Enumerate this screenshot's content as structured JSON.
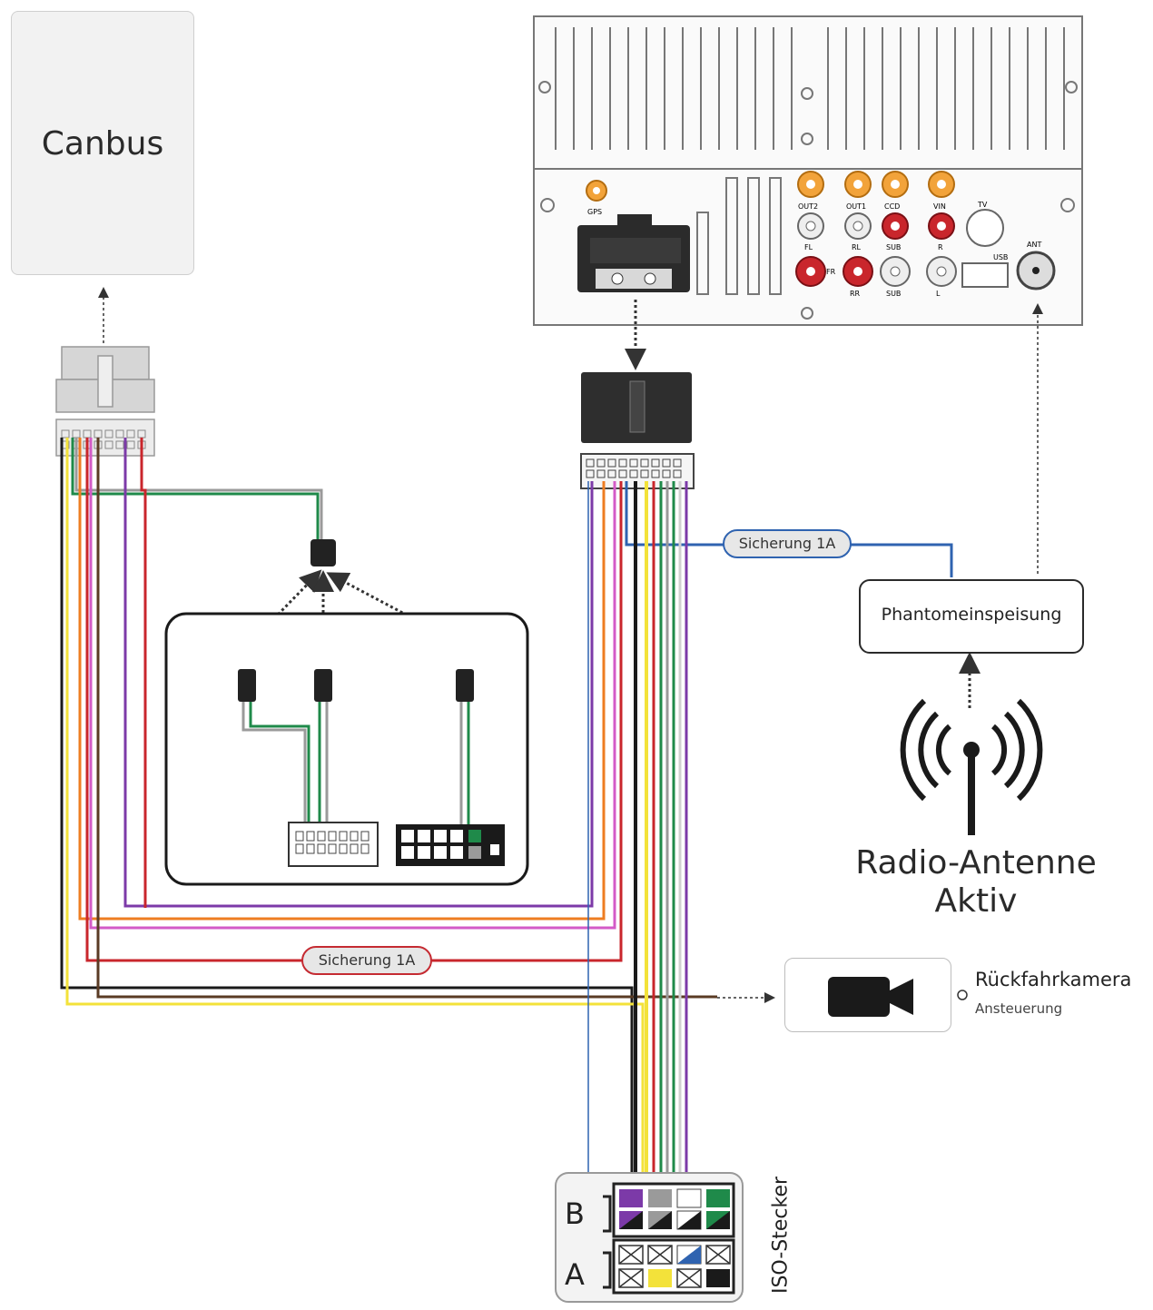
{
  "labels": {
    "canbus": "Canbus",
    "phantom": "Phantomeinspeisung",
    "fuse_blue": "Sicherung 1A",
    "fuse_red": "Sicherung 1A",
    "antenna_line1": "Radio-Antenne",
    "antenna_line2": "Aktiv",
    "camera_title": "Rückfahrkamera",
    "camera_sub": "Ansteuerung",
    "iso": "ISO-Stecker",
    "iso_a": "A",
    "iso_b": "B"
  },
  "radio_panel": {
    "gps": "GPS",
    "out2": "OUT2",
    "out1": "OUT1",
    "ccd": "CCD",
    "vin": "VIN",
    "tv": "TV",
    "fl": "FL",
    "rl": "RL",
    "sub1": "SUB",
    "r": "R",
    "fr": "FR",
    "rr": "RR",
    "sub2": "SUB",
    "l": "L",
    "usb": "USB",
    "ant": "ANT"
  },
  "colors": {
    "black": "#1a1a1a",
    "yellow": "#f3e23a",
    "red": "#c9262c",
    "orange": "#ee7d22",
    "purple": "#7c3aa8",
    "magenta": "#d35bc7",
    "green": "#1f8a4a",
    "gray": "#9a9a9a",
    "blue": "#2f63b0",
    "brown": "#5a3b24"
  }
}
